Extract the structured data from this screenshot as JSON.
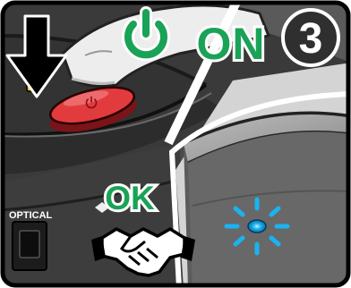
{
  "step": {
    "number": "3",
    "status_text": "ON",
    "confirm_text": "OK",
    "port_label": "OPTICAL",
    "arrow_icon": "arrow-down-icon",
    "power_icon": "power-icon",
    "handshake_icon": "handshake-icon",
    "light_icon": "indicator-light-icon"
  },
  "colors": {
    "status_green": "#1aa257",
    "button_red": "#e23b3e",
    "indicator_blue": "#1ab3f0",
    "device_dark": "#2a2a2a"
  }
}
